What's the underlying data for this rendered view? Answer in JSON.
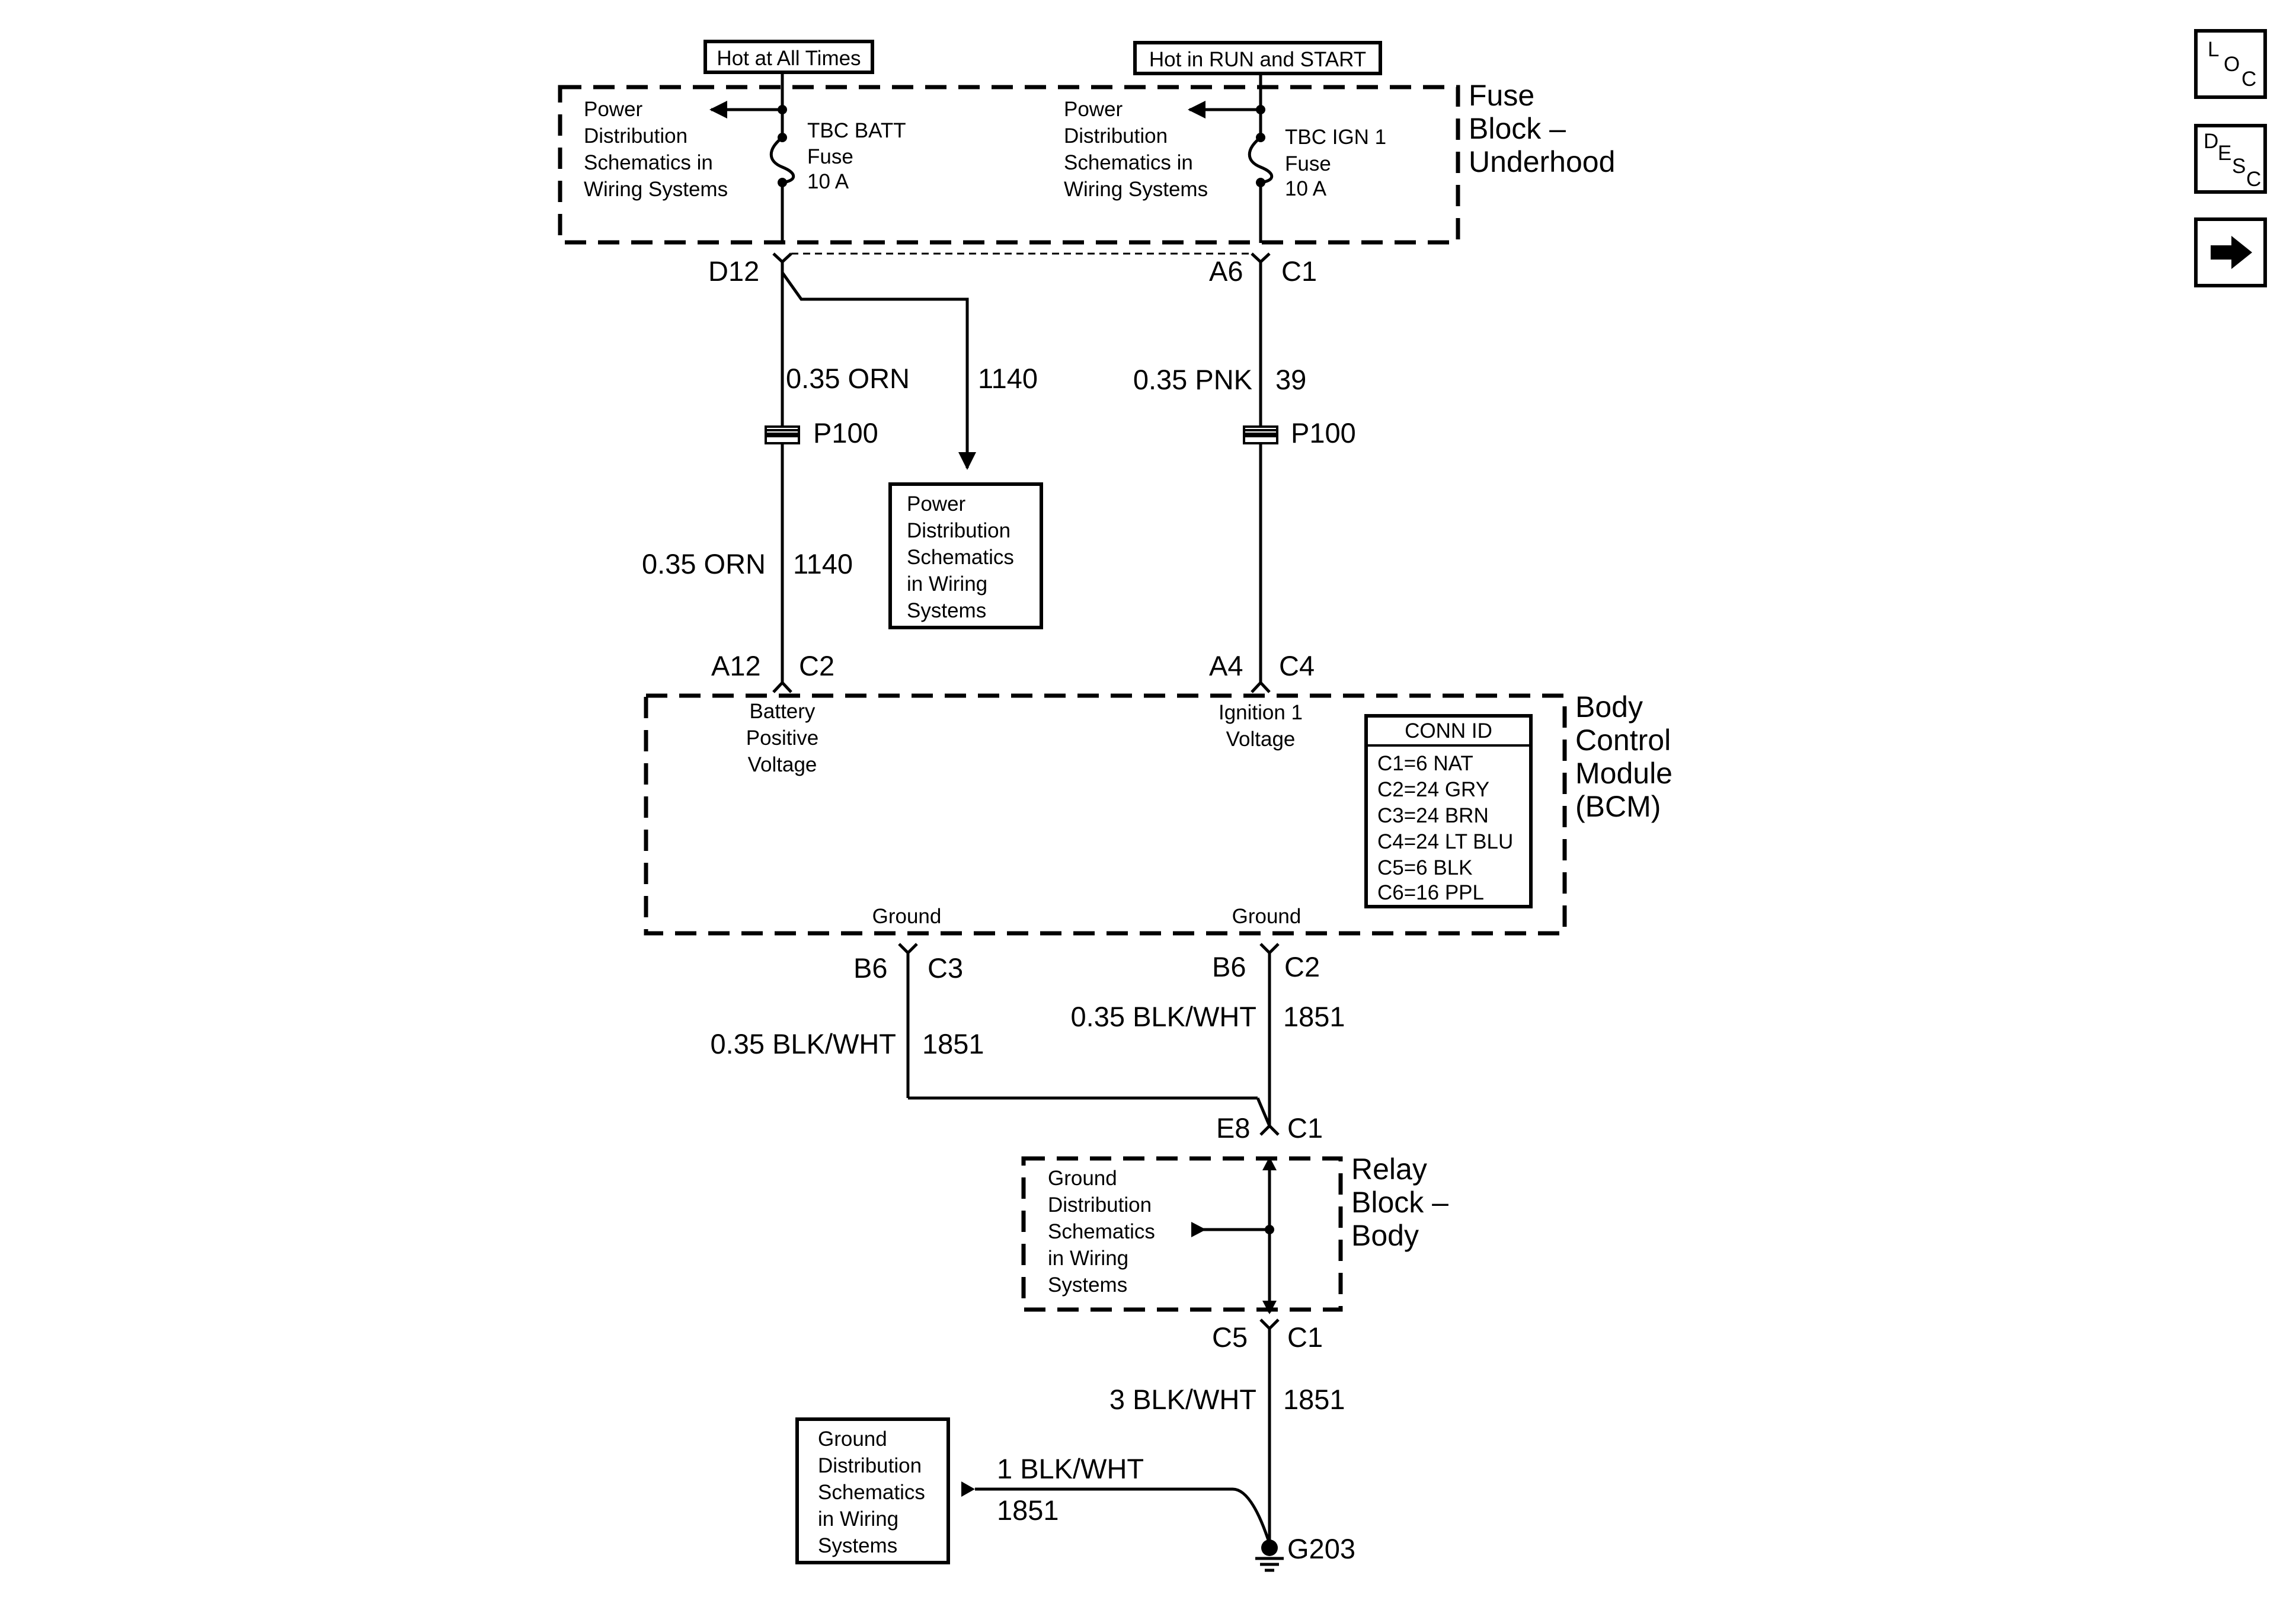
{
  "header": {
    "hot_all_times": "Hot at All Times",
    "hot_run_start": "Hot in RUN and START"
  },
  "fuse_block": {
    "title_1": "Fuse",
    "title_2": "Block –",
    "title_3": "Underhood",
    "left_ref": [
      "Power",
      "Distribution",
      "Schematics in",
      "Wiring Systems"
    ],
    "right_ref": [
      "Power",
      "Distribution",
      "Schematics in",
      "Wiring Systems"
    ],
    "fuse_batt": [
      "TBC BATT",
      "Fuse",
      "10 A"
    ],
    "fuse_ign": [
      "TBC IGN 1",
      "Fuse",
      "10 A"
    ]
  },
  "connectors": {
    "d12": "D12",
    "a6": "A6",
    "c1_top": "C1",
    "p100_left": "P100",
    "p100_right": "P100",
    "a12": "A12",
    "c2_bcm": "C2",
    "a4": "A4",
    "c4_bcm": "C4",
    "b6_left": "B6",
    "c3_bcm": "C3",
    "b6_right": "B6",
    "c2_bcm_gnd": "C2",
    "e8": "E8",
    "c1_relay_top": "C1",
    "c5": "C5",
    "c1_relay_bot": "C1",
    "g203": "G203"
  },
  "wires": {
    "orn_upper_gauge": "0.35 ORN",
    "orn_upper_circuit": "1140",
    "orn_lower_gauge": "0.35 ORN",
    "orn_lower_circuit": "1140",
    "pnk_gauge": "0.35 PNK",
    "pnk_circuit": "39",
    "blk_left_gauge": "0.35 BLK/WHT",
    "blk_left_circuit": "1851",
    "blk_right_gauge": "0.35 BLK/WHT",
    "blk_right_circuit": "1851",
    "blk_3_gauge": "3 BLK/WHT",
    "blk_3_circuit": "1851",
    "blk_1_gauge": "1 BLK/WHT",
    "blk_1_circuit": "1851"
  },
  "power_dist_box": [
    "Power",
    "Distribution",
    "Schematics",
    "in Wiring",
    "Systems"
  ],
  "bcm": {
    "title_1": "Body",
    "title_2": "Control",
    "title_3": "Module",
    "title_4": "(BCM)",
    "batt_label": [
      "Battery",
      "Positive",
      "Voltage"
    ],
    "ign_label": [
      "Ignition 1",
      "Voltage"
    ],
    "ground_left": "Ground",
    "ground_right": "Ground",
    "conn_id_title": "CONN ID",
    "conn_ids": [
      "C1=6 NAT",
      "C2=24 GRY",
      "C3=24 BRN",
      "C4=24 LT BLU",
      "C5=6 BLK",
      "C6=16 PPL"
    ]
  },
  "relay_block": {
    "title_1": "Relay",
    "title_2": "Block –",
    "title_3": "Body",
    "ref": [
      "Ground",
      "Distribution",
      "Schematics",
      "in Wiring",
      "Systems"
    ]
  },
  "ground_dist_box": [
    "Ground",
    "Distribution",
    "Schematics",
    "in Wiring",
    "Systems"
  ],
  "nav": {
    "loc": [
      "L",
      "O",
      "C"
    ],
    "desc": [
      "D",
      "E",
      "S",
      "C"
    ],
    "next_icon": "arrow-right-icon"
  }
}
